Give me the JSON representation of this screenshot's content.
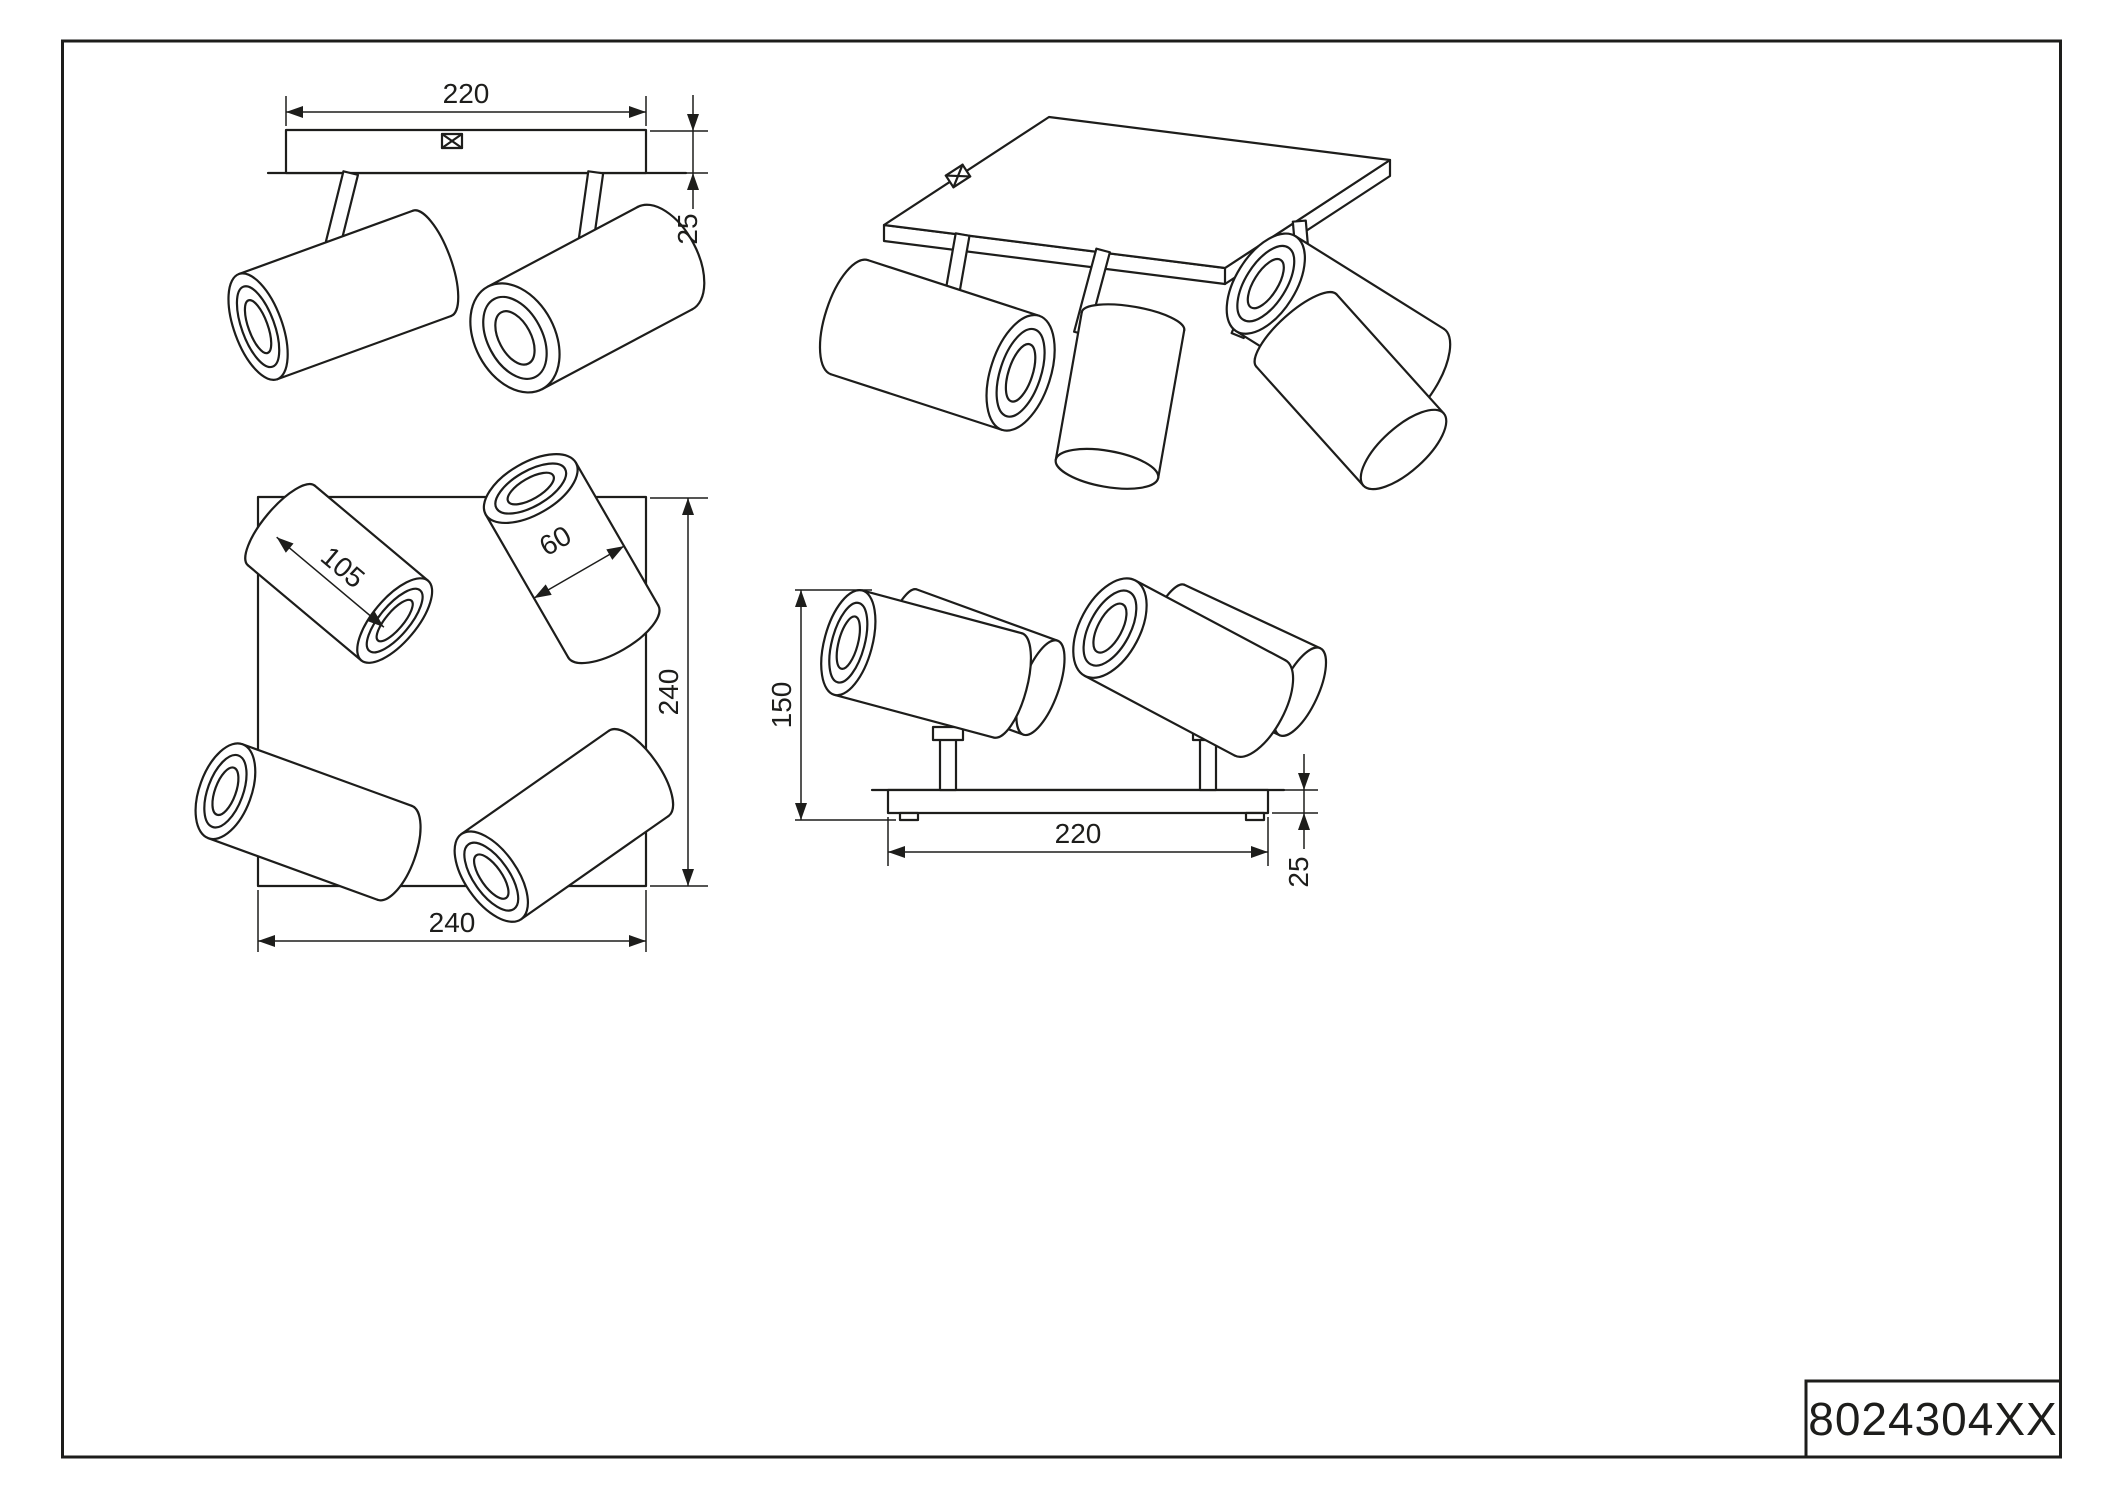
{
  "colors": {
    "ink": "#1d1d1b",
    "background": "#ffffff"
  },
  "title_block": {
    "part_number": "8024304XX"
  },
  "views": {
    "front": {
      "dim_width_mm": "220",
      "dim_base_height_mm": "25"
    },
    "plan": {
      "dim_spot_length_mm": "105",
      "dim_spot_diameter_mm": "60",
      "dim_depth_mm": "240",
      "dim_width_mm": "240"
    },
    "side": {
      "dim_height_mm": "150",
      "dim_width_mm": "220",
      "dim_base_height_mm": "25"
    }
  }
}
